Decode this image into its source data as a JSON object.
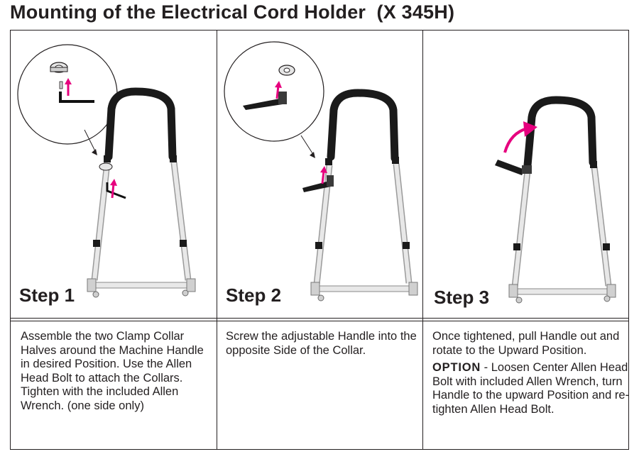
{
  "page": {
    "title": "Mounting of the Electrical Cord Holder  (X 345H)"
  },
  "steps": [
    {
      "label": "Step 1",
      "text": "Assemble the two Clamp Collar Halves around the Machine Handle in desired Position. Use the Allen Head Bolt to attach the Collars.  Tighten with the included Allen Wrench. (one side only)"
    },
    {
      "label": "Step 2",
      "text": "Screw the adjustable Handle into the opposite Side of the Collar."
    },
    {
      "label": "Step 3",
      "text": "Once tightened, pull Handle out and rotate to the Upward Position.",
      "option_label": "OPTION",
      "option_text": " - Loosen Center Allen Head Bolt with included Allen Wrench, turn Handle to the upward Position and re-tighten Allen Head Bolt."
    }
  ],
  "colors": {
    "ink": "#231f20",
    "arrow": "#e6007e",
    "tube": "#d9d9d9",
    "grip": "#1a1a1a"
  },
  "icons": [
    "clamp-collar-icon",
    "allen-bolt-icon",
    "allen-wrench-icon",
    "adjustable-handle-icon",
    "rotate-arrow-icon"
  ]
}
